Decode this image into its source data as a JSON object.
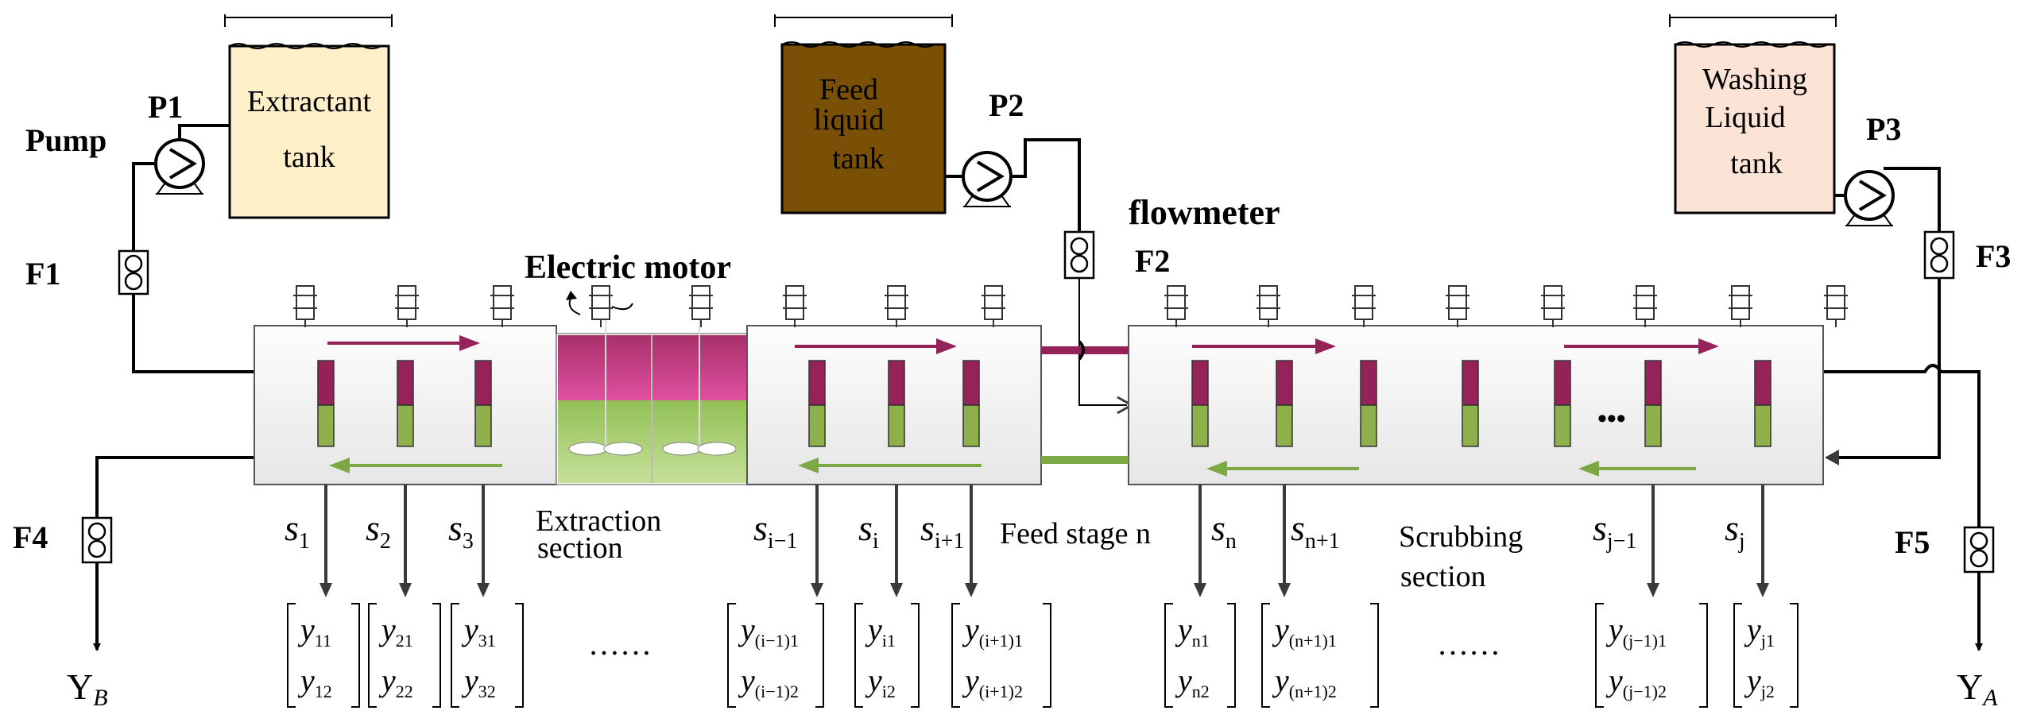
{
  "labels": {
    "pump": "Pump",
    "p1": "P1",
    "p2": "P2",
    "p3": "P3",
    "f1": "F1",
    "f2": "F2",
    "f3": "F3",
    "f4": "F4",
    "f5": "F5",
    "flowmeter": "flowmeter",
    "electric_motor": "Electric motor",
    "feed_stage": "Feed stage n",
    "extraction_section_1": "Extraction",
    "extraction_section_2": "section",
    "scrubbing_section_1": "Scrubbing",
    "scrubbing_section_2": "section",
    "ellipsis": "……",
    "middle_dots": "•••",
    "yb": "Y",
    "yb_sub": "B",
    "ya": "Y",
    "ya_sub": "A"
  },
  "tanks": {
    "extractant": {
      "line1": "Extractant",
      "line2": "tank",
      "color": "#fdf0c8"
    },
    "feed": {
      "line1": "Feed",
      "line2": "liquid",
      "line3": "tank",
      "color": "#7a4f06"
    },
    "washing": {
      "line1": "Washing",
      "line2": "Liquid",
      "line3": "tank",
      "color": "#fbe3d6"
    }
  },
  "colors": {
    "organic_phase": "#96225a",
    "aqueous_phase": "#8db04a",
    "upper_arrow": "#96225a",
    "lower_arrow": "#7ca845"
  },
  "stages": [
    {
      "name": "s",
      "sub": "1",
      "y1": "y",
      "y1sub": "11",
      "y2": "y",
      "y2sub": "12"
    },
    {
      "name": "s",
      "sub": "2",
      "y1": "y",
      "y1sub": "21",
      "y2": "y",
      "y2sub": "22"
    },
    {
      "name": "s",
      "sub": "3",
      "y1": "y",
      "y1sub": "31",
      "y2": "y",
      "y2sub": "32"
    },
    {
      "name": "s",
      "sub": "i−1",
      "y1": "y",
      "y1sub": "(i−1)1",
      "y2": "y",
      "y2sub": "(i−1)2"
    },
    {
      "name": "s",
      "sub": "i",
      "y1": "y",
      "y1sub": "i1",
      "y2": "y",
      "y2sub": "i2"
    },
    {
      "name": "s",
      "sub": "i+1",
      "y1": "y",
      "y1sub": "(i+1)1",
      "y2": "y",
      "y2sub": "(i+1)2"
    },
    {
      "name": "s",
      "sub": "n",
      "y1": "y",
      "y1sub": "n1",
      "y2": "y",
      "y2sub": "n2"
    },
    {
      "name": "s",
      "sub": "n+1",
      "y1": "y",
      "y1sub": "(n+1)1",
      "y2": "y",
      "y2sub": "(n+1)2"
    },
    {
      "name": "s",
      "sub": "j−1",
      "y1": "y",
      "y1sub": "(j−1)1",
      "y2": "y",
      "y2sub": "(j−1)2"
    },
    {
      "name": "s",
      "sub": "j",
      "y1": "y",
      "y1sub": "j1",
      "y2": "y",
      "y2sub": "j2"
    }
  ]
}
